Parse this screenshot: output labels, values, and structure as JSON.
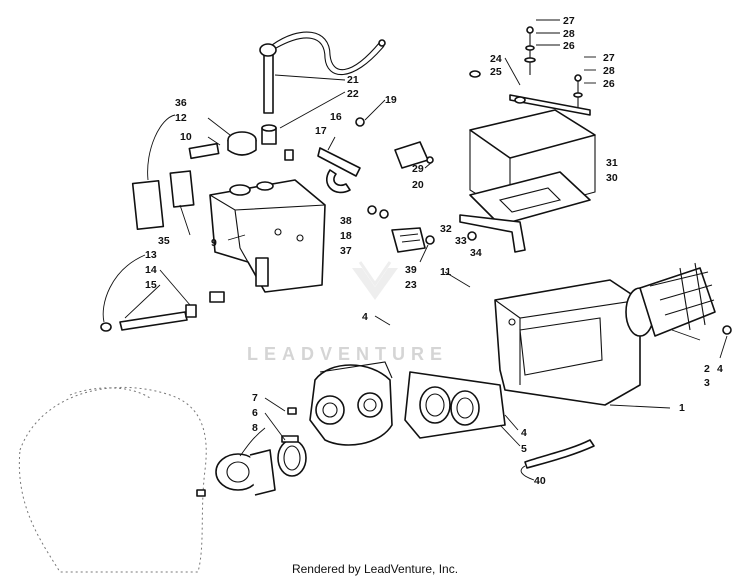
{
  "watermark": "LEADVENTURE",
  "footer": "Rendered by LeadVenture, Inc.",
  "callouts": [
    {
      "id": "c27a",
      "label": "27"
    },
    {
      "id": "c28a",
      "label": "28"
    },
    {
      "id": "c26a",
      "label": "26"
    },
    {
      "id": "c24",
      "label": "24"
    },
    {
      "id": "c25",
      "label": "25"
    },
    {
      "id": "c27b",
      "label": "27"
    },
    {
      "id": "c28b",
      "label": "28"
    },
    {
      "id": "c26b",
      "label": "26"
    },
    {
      "id": "c21",
      "label": "21"
    },
    {
      "id": "c22",
      "label": "22"
    },
    {
      "id": "c19",
      "label": "19"
    },
    {
      "id": "c36",
      "label": "36"
    },
    {
      "id": "c12",
      "label": "12"
    },
    {
      "id": "c16",
      "label": "16"
    },
    {
      "id": "c17",
      "label": "17"
    },
    {
      "id": "c10",
      "label": "10"
    },
    {
      "id": "c29",
      "label": "29"
    },
    {
      "id": "c20",
      "label": "20"
    },
    {
      "id": "c31",
      "label": "31"
    },
    {
      "id": "c30",
      "label": "30"
    },
    {
      "id": "c35",
      "label": "35"
    },
    {
      "id": "c9",
      "label": "9"
    },
    {
      "id": "c38",
      "label": "38"
    },
    {
      "id": "c18",
      "label": "18"
    },
    {
      "id": "c37",
      "label": "37"
    },
    {
      "id": "c32",
      "label": "32"
    },
    {
      "id": "c33",
      "label": "33"
    },
    {
      "id": "c34",
      "label": "34"
    },
    {
      "id": "c13",
      "label": "13"
    },
    {
      "id": "c14",
      "label": "14"
    },
    {
      "id": "c15",
      "label": "15"
    },
    {
      "id": "c39",
      "label": "39"
    },
    {
      "id": "c23",
      "label": "23"
    },
    {
      "id": "c11",
      "label": "11"
    },
    {
      "id": "c4a",
      "label": "4"
    },
    {
      "id": "c2",
      "label": "2"
    },
    {
      "id": "c3",
      "label": "3"
    },
    {
      "id": "c4b",
      "label": "4"
    },
    {
      "id": "c7",
      "label": "7"
    },
    {
      "id": "c6",
      "label": "6"
    },
    {
      "id": "c8",
      "label": "8"
    },
    {
      "id": "c1",
      "label": "1"
    },
    {
      "id": "c4c",
      "label": "4"
    },
    {
      "id": "c5",
      "label": "5"
    },
    {
      "id": "c40",
      "label": "40"
    }
  ]
}
